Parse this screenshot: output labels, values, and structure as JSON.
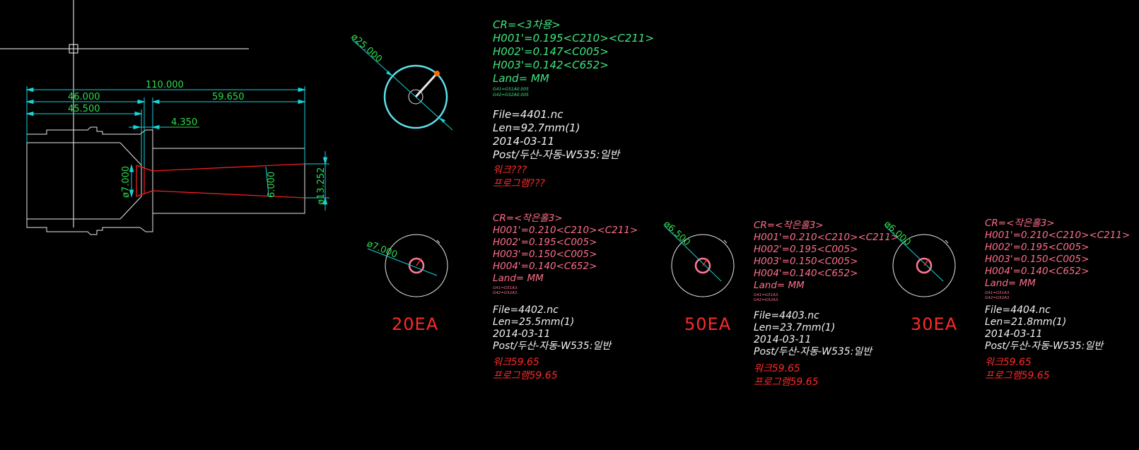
{
  "drawing": {
    "dimensions": {
      "overall_length": "110.000",
      "len_46": "46.000",
      "len_45_5": "45.500",
      "len_59_65": "59.650",
      "len_4_35": "4.350",
      "dia_7_left": "ø7.000",
      "dia_6": "6.000",
      "dia_13_252": "ø13.252"
    },
    "holes": [
      {
        "diameter_label": "ø25.000"
      },
      {
        "diameter_label": "ø7.000"
      },
      {
        "diameter_label": "ø6.500"
      },
      {
        "diameter_label": "ø6.000"
      }
    ]
  },
  "note1": {
    "cr": "CR=<3차용>",
    "h001": "H001'=0.195<C210><C211>",
    "h002": "H002'=0.147<C005>",
    "h003": "H003'=0.142<C652>",
    "land": "Land=  MM",
    "g41": "G41=G51A0.005",
    "g42": "G42=G52A0.005",
    "file": "File=4401.nc",
    "len": "Len=92.7mm(1)",
    "date": "2014-03-11",
    "post": "Post/두산-자동-W535:일반",
    "work": "워크???",
    "program": "프로그램???"
  },
  "notes": [
    {
      "qty": "20EA",
      "cr": "CR=<작은홀3>",
      "h001": "H001'=0.210<C210><C211>",
      "h002": "H002'=0.195<C005>",
      "h003": "H003'=0.150<C005>",
      "h004": "H004'=0.140<C652>",
      "land": "Land=  MM",
      "g41": "G41=G51A3.",
      "g42": "G42=G52A3.",
      "file": "File=4402.nc",
      "len": "Len=25.5mm(1)",
      "date": "2014-03-11",
      "post": "Post/두산-자동-W535:일반",
      "work": "워크59.65",
      "program": "프로그램59.65"
    },
    {
      "qty": "50EA",
      "cr": "CR=<작은홀3>",
      "h001": "H001'=0.210<C210><C211>",
      "h002": "H002'=0.195<C005>",
      "h003": "H003'=0.150<C005>",
      "h004": "H004'=0.140<C652>",
      "land": "Land=  MM",
      "g41": "G41=G51A3.",
      "g42": "G42=G52A3.",
      "file": "File=4403.nc",
      "len": "Len=23.7mm(1)",
      "date": "2014-03-11",
      "post": "Post/두산-자동-W535:일반",
      "work": "워크59.65",
      "program": "프로그램59.65"
    },
    {
      "qty": "30EA",
      "cr": "CR=<작은홀3>",
      "h001": "H001'=0.210<C210><C211>",
      "h002": "H002'=0.195<C005>",
      "h003": "H003'=0.150<C005>",
      "h004": "H004'=0.140<C652>",
      "land": "Land=  MM",
      "g41": "G41=G51A3.",
      "g42": "G42=G52A3.",
      "file": "File=4404.nc",
      "len": "Len=21.8mm(1)",
      "date": "2014-03-11",
      "post": "Post/두산-자동-W535:일반",
      "work": "워크59.65",
      "program": "프로그램59.65"
    }
  ],
  "colors": {
    "background": "#000000",
    "geometry": "#ffffff",
    "dimension_lines": "#19d5d8",
    "dimension_text": "#2ddc4d",
    "taper_bore": "#ff2020",
    "hole_outline": "#ff7a94",
    "quantity_text": "#ff2a2a"
  }
}
